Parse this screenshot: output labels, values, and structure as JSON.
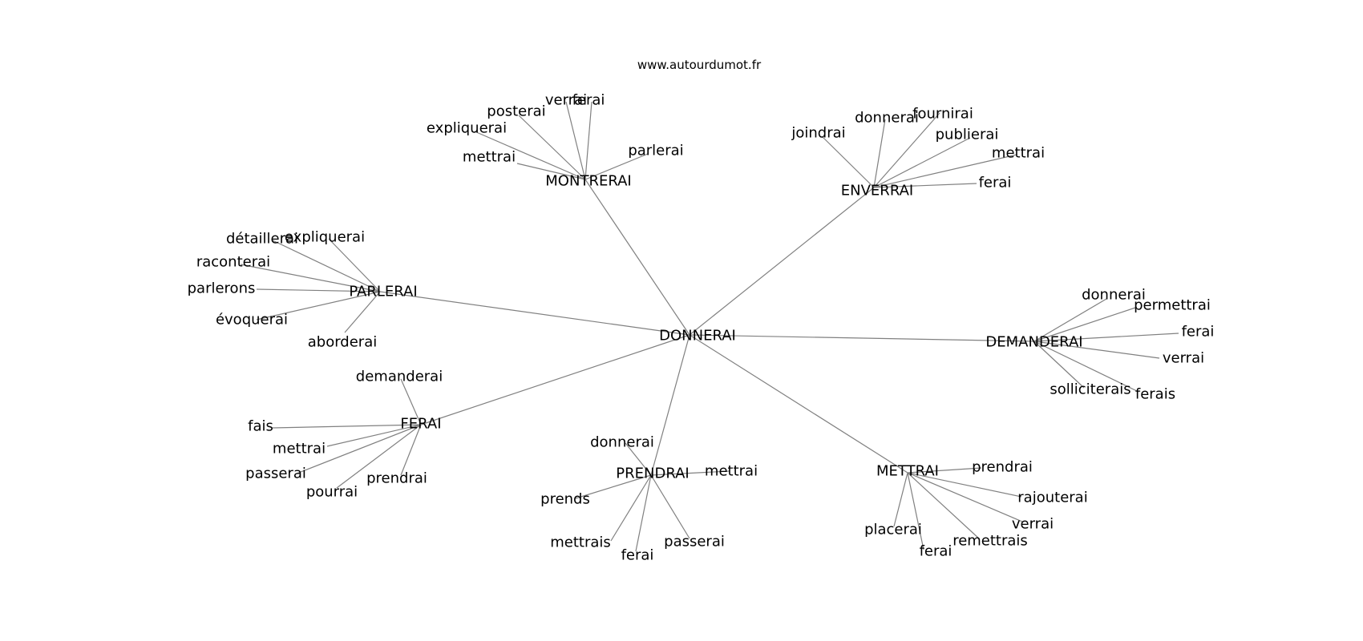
{
  "site": {
    "credit": "www.autourdumot.fr"
  },
  "graph": {
    "center": "DONNERAI",
    "clusters": [
      {
        "hub": "MONTRERAI",
        "leaves": [
          "mettrai",
          "expliquerai",
          "posterai",
          "verrai",
          "ferai",
          "parlerai"
        ]
      },
      {
        "hub": "ENVERRAI",
        "leaves": [
          "joindrai",
          "donnerai",
          "fournirai",
          "publierai",
          "mettrai",
          "ferai"
        ]
      },
      {
        "hub": "PARLERAI",
        "leaves": [
          "détaillerai",
          "expliquerai",
          "raconterai",
          "parlerons",
          "évoquerai",
          "aborderai"
        ]
      },
      {
        "hub": "DEMANDERAI",
        "leaves": [
          "donnerai",
          "permettrai",
          "ferai",
          "verrai",
          "ferais",
          "solliciterais"
        ]
      },
      {
        "hub": "FERAI",
        "leaves": [
          "demanderai",
          "fais",
          "mettrai",
          "passerai",
          "pourrai",
          "prendrai"
        ]
      },
      {
        "hub": "PRENDRAI",
        "leaves": [
          "donnerai",
          "mettrai",
          "prends",
          "mettrais",
          "ferai",
          "passerai"
        ]
      },
      {
        "hub": "METTRAI",
        "leaves": [
          "prendrai",
          "rajouterai",
          "verrai",
          "remettrais",
          "ferai",
          "placerai"
        ]
      }
    ]
  }
}
